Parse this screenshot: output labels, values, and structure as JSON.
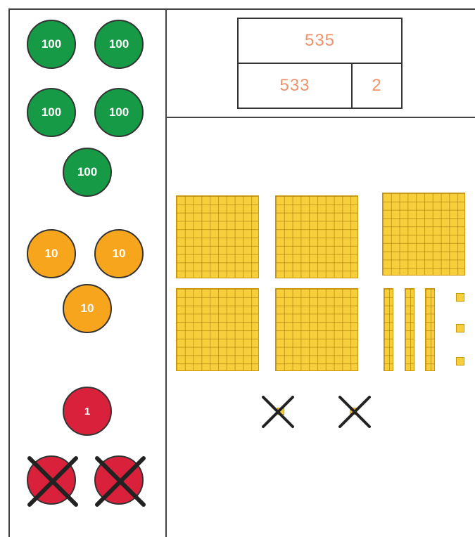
{
  "number_bond": {
    "whole": "535",
    "part_left": "533",
    "part_right": "2"
  },
  "discs": {
    "hundreds": [
      "100",
      "100",
      "100",
      "100",
      "100"
    ],
    "tens": [
      "10",
      "10",
      "10"
    ],
    "ones": [
      {
        "label": "1",
        "crossed": false
      },
      {
        "label": "",
        "crossed": true
      },
      {
        "label": "",
        "crossed": true
      }
    ]
  },
  "blocks": {
    "flats": 5,
    "rods": 3,
    "units": 3,
    "crossed_units": 2
  },
  "colors": {
    "hundred": "#169a45",
    "ten": "#f7a51c",
    "one": "#d9213b",
    "block": "#f7cf3c",
    "bond_text": "#f0926a"
  }
}
